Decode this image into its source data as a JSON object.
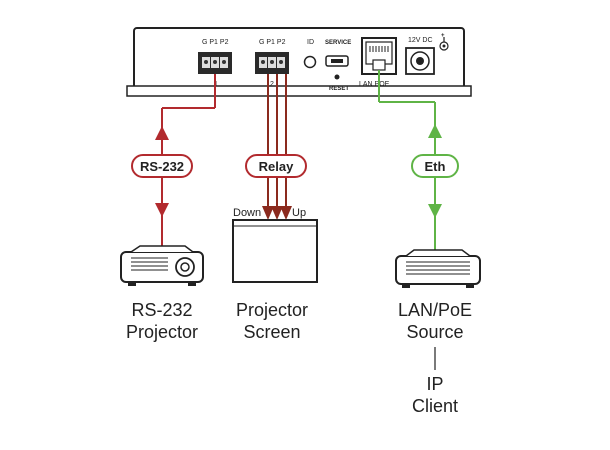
{
  "device": {
    "port1_pins": "G  P1 P2",
    "port1_number": "1",
    "port2_pins": "G  P1 P2",
    "port2_number": "2",
    "id_label": "ID",
    "service_label": "SERVICE",
    "reset_label": "RESET",
    "lan_label": "LAN POE",
    "power_label": "12V DC"
  },
  "connections": {
    "rs232": "RS-232",
    "relay": "Relay",
    "eth": "Eth",
    "down": "Down",
    "up": "Up"
  },
  "devices": {
    "projector_line1": "RS-232",
    "projector_line2": "Projector",
    "screen_line1": "Projector",
    "screen_line2": "Screen",
    "source_line1": "LAN/PoE",
    "source_line2": "Source",
    "client_line1": "IP",
    "client_line2": "Client"
  },
  "colors": {
    "rs232": "#b22a2e",
    "relay": "#8b2a1e",
    "eth": "#5fb446"
  }
}
